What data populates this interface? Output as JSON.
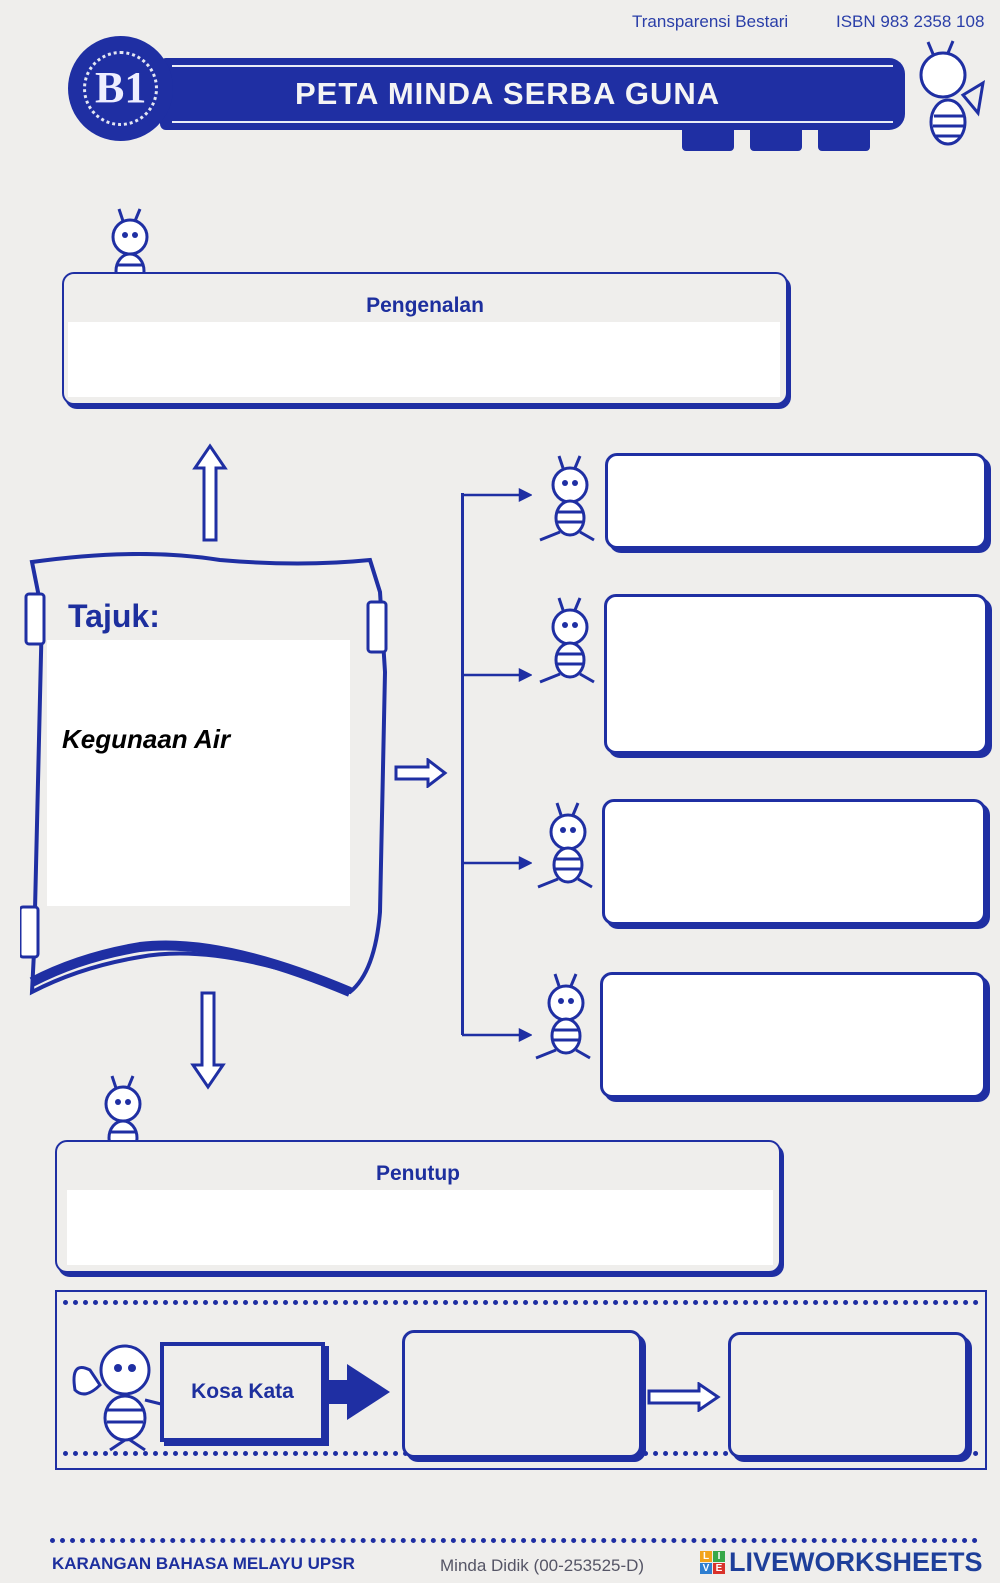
{
  "header": {
    "publisher": "Transparensi Bestari",
    "isbn": "ISBN 983 2358 108",
    "badge": "B1",
    "title": "PETA MINDA SERBA GUNA"
  },
  "sections": {
    "intro": "Pengenalan",
    "topic_label": "Tajuk:",
    "topic_value": "Kegunaan Air",
    "closing": "Penutup",
    "vocab": "Kosa Kata"
  },
  "footer": {
    "series": "KARANGAN BAHASA MELAYU UPSR",
    "watermark": "LIVEWORKSHEETS",
    "watermark_letters": [
      "L",
      "I",
      "V",
      "E"
    ],
    "publisher_code": "Minda Didik (00-253525-D)"
  },
  "colors": {
    "primary": "#1f2fa3",
    "paper": "#efeeec"
  }
}
